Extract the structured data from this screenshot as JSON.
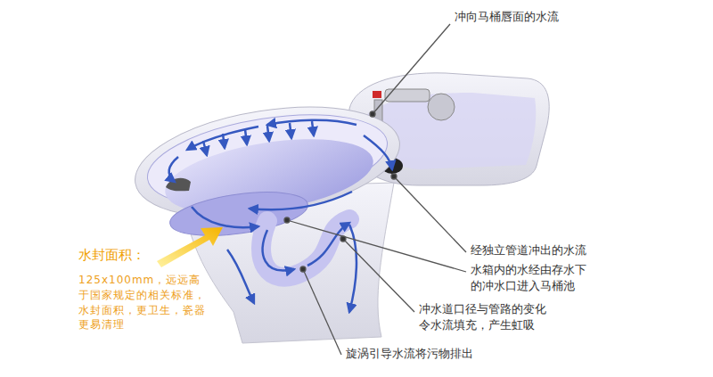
{
  "diagram": {
    "labels": [
      "冲向马桶唇面的水流",
      "水封面积：",
      "125x100mm，远远高于国家规定的相关标准，水封面积，更卫生，瓷器更易清理",
      "经独立管道冲出的水流",
      "水箱内的水经由存水下的冲水口进入马桶池",
      "冲水道口径与管路的变化令水流填充，产生虹吸",
      "旋涡引导水流将污物排出"
    ]
  }
}
